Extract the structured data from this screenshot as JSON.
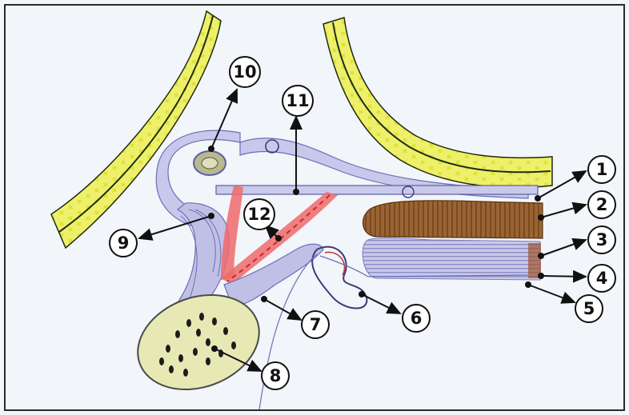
{
  "figure": {
    "colors": {
      "background": "#f4f7fb",
      "frame": "#2a2a2a",
      "yellow_tissue": "#dde23a",
      "brown_muscle": "#8b5a2b",
      "lavender_tissue": "#b7b7de",
      "red_vessel": "#ef5a5a",
      "nerve_lines": "#6b6fb5"
    },
    "callouts": [
      {
        "id": "1",
        "label": "1"
      },
      {
        "id": "2",
        "label": "2"
      },
      {
        "id": "3",
        "label": "3"
      },
      {
        "id": "4",
        "label": "4"
      },
      {
        "id": "5",
        "label": "5"
      },
      {
        "id": "6",
        "label": "6"
      },
      {
        "id": "7",
        "label": "7"
      },
      {
        "id": "8",
        "label": "8"
      },
      {
        "id": "9",
        "label": "9"
      },
      {
        "id": "10",
        "label": "10"
      },
      {
        "id": "11",
        "label": "11"
      },
      {
        "id": "12",
        "label": "12"
      }
    ]
  }
}
